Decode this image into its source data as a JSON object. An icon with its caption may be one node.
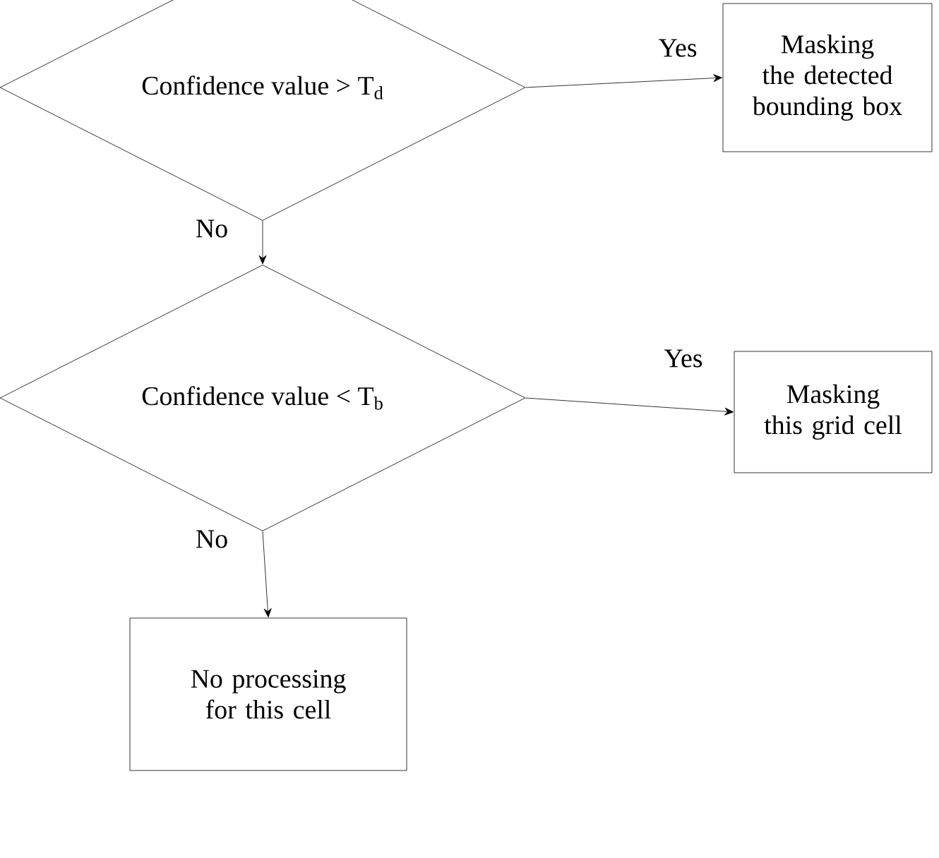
{
  "diagram": {
    "nodes": [
      {
        "text": [
          "Confidence value > T$_{d}$"
        ]
      },
      {
        "text": [
          "Masking the detected bounding box"
        ]
      },
      {
        "text": [
          "Confidence value < T$_{b}$"
        ]
      },
      {
        "text": [
          "Masking this grid cell"
        ]
      },
      {
        "text": [
          "No processing for this cell"
        ]
      }
    ],
    "edges": [
      {
        "from": 0,
        "to": 1,
        "arrow": "to",
        "label": "Yes"
      },
      {
        "from": 0,
        "to": 2,
        "arrow": "to",
        "label": "No"
      },
      {
        "from": 2,
        "to": 3,
        "arrow": "to",
        "label": "Yes"
      },
      {
        "from": 2,
        "to": 4,
        "arrow": "to",
        "label": "No"
      }
    ]
  }
}
